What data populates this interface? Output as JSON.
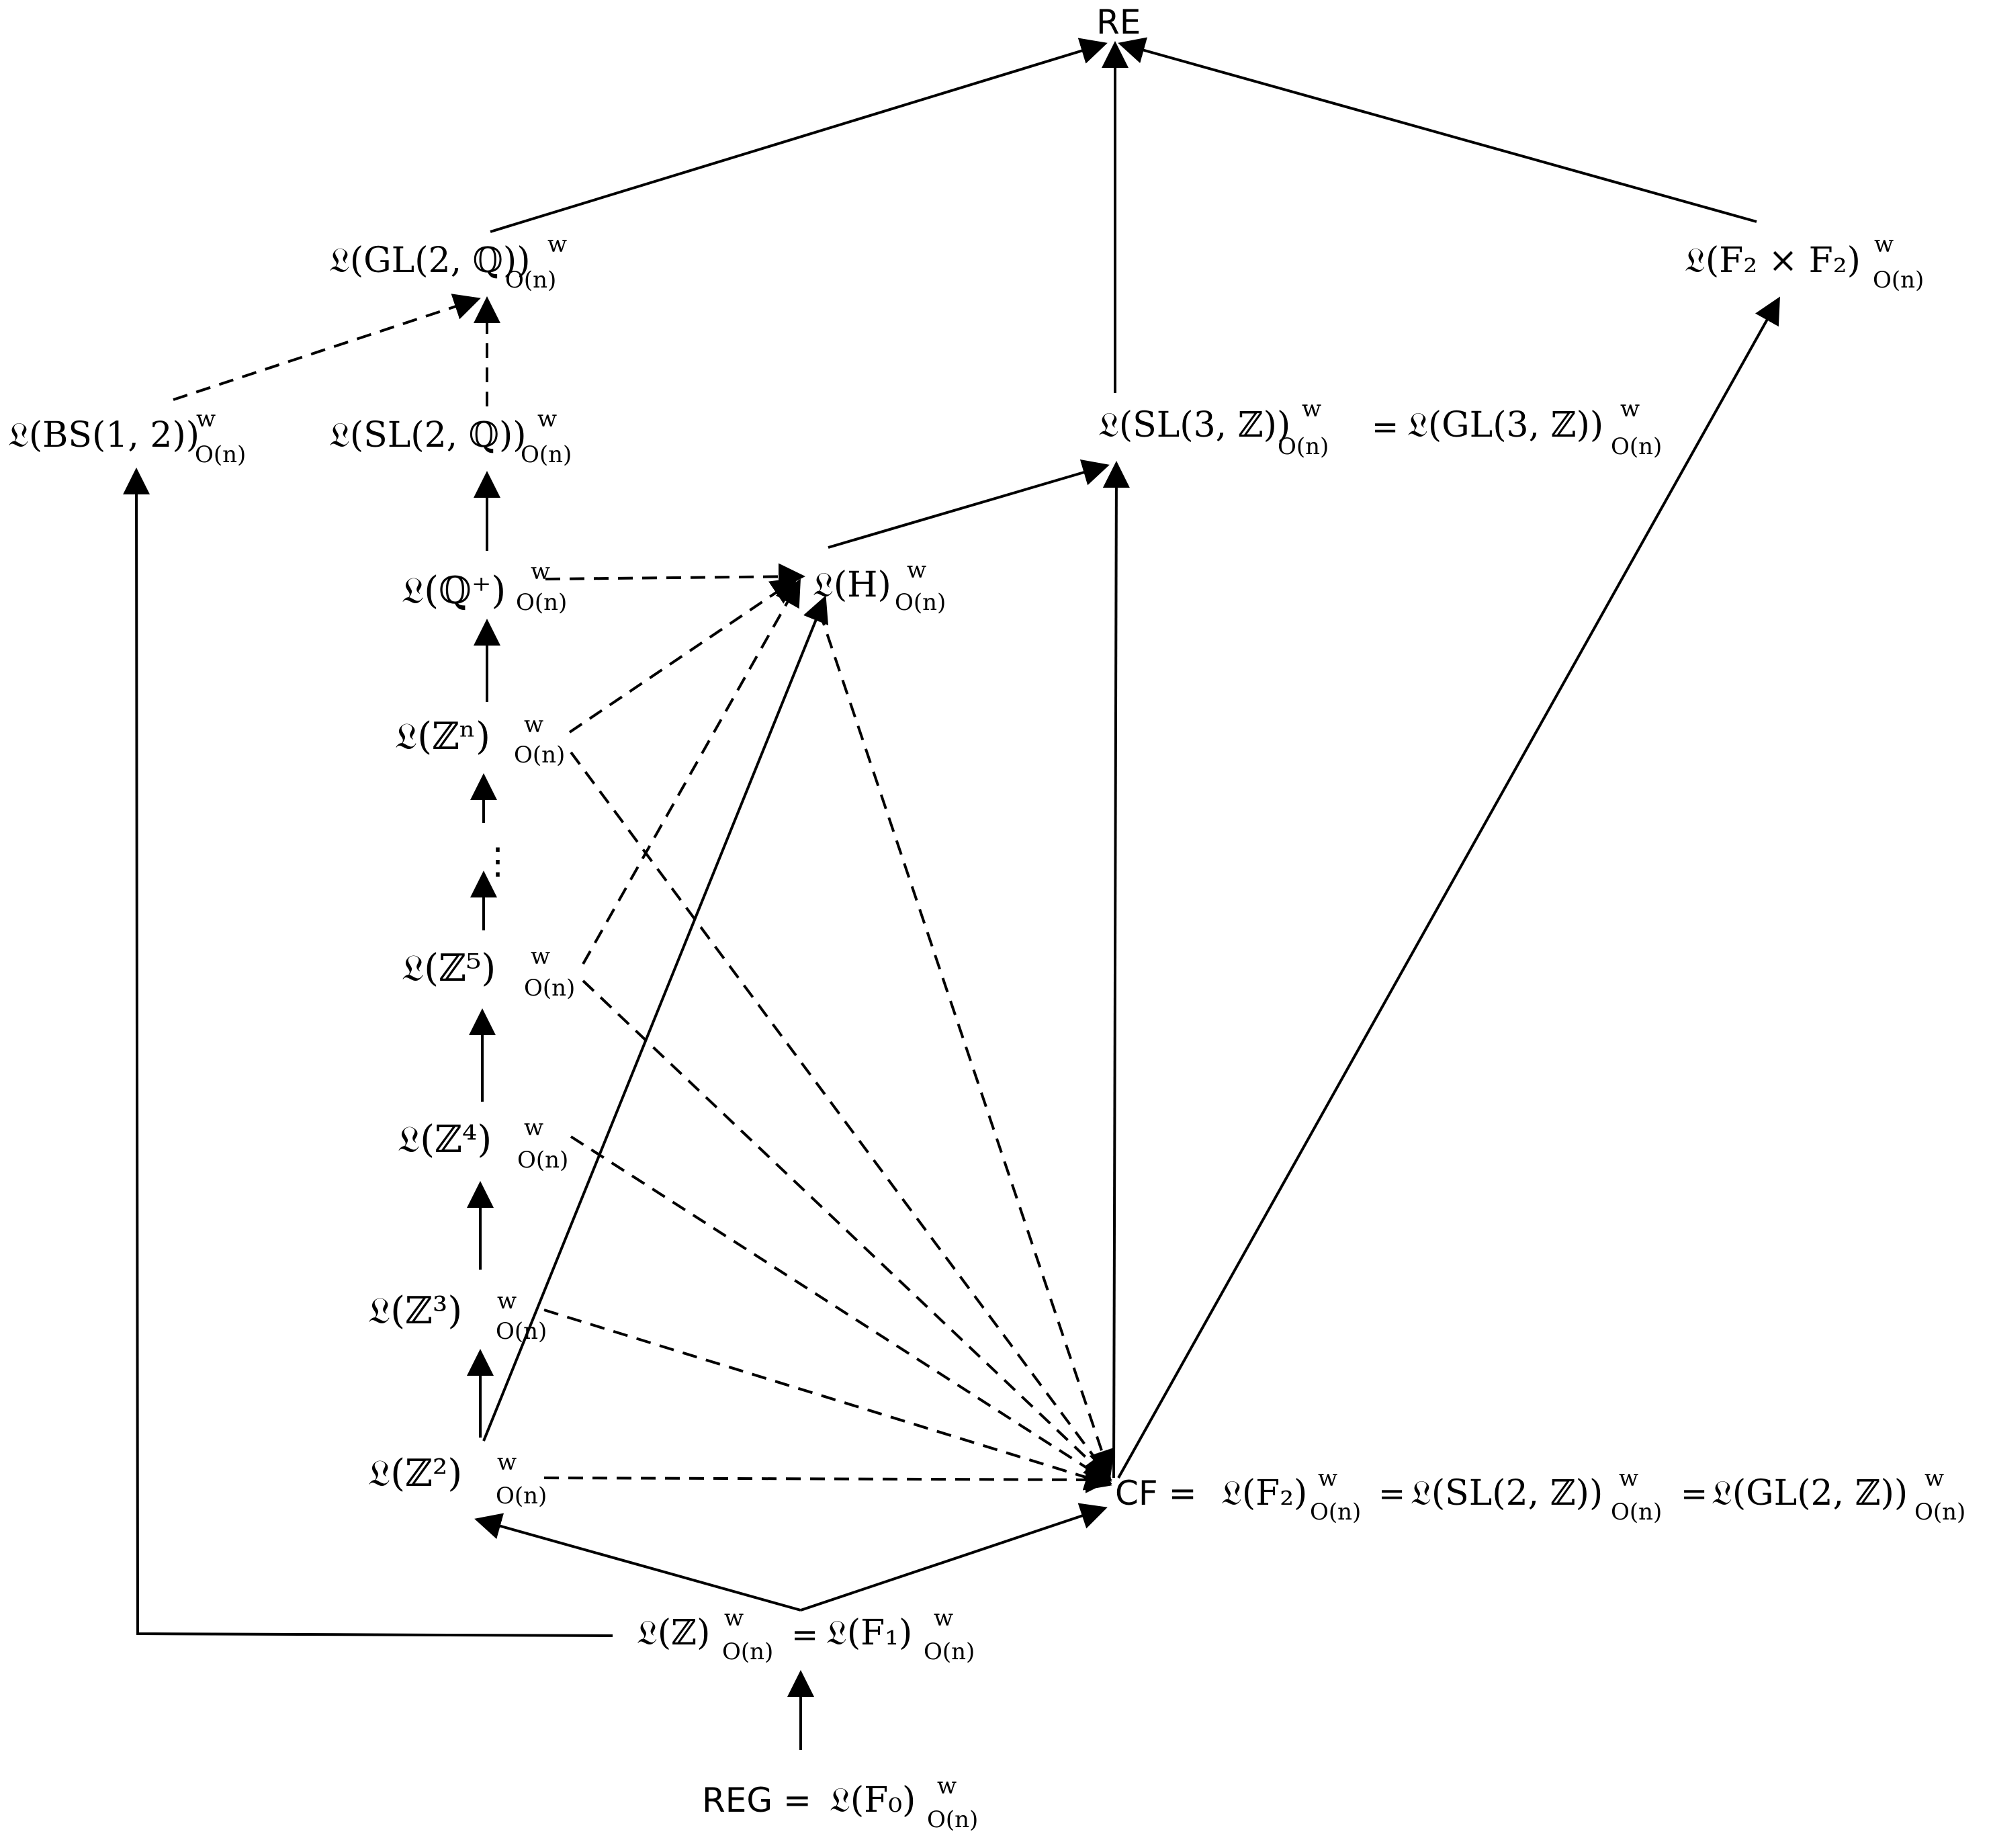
{
  "nodes": {
    "re": {
      "text": "RE"
    },
    "gl2q": {
      "main": "𝔏(GL(2, ℚ))",
      "sup": "w",
      "sub": "O(n)"
    },
    "f2xf2": {
      "main": "𝔏(F₂ × F₂)",
      "sup": "w",
      "sub": "O(n)"
    },
    "bs12": {
      "main": "𝔏(BS(1, 2))",
      "sup": "w",
      "sub": "O(n)"
    },
    "sl2q": {
      "main": "𝔏(SL(2, ℚ))",
      "sup": "w",
      "sub": "O(n)"
    },
    "sl3z_a": {
      "main": "𝔏(SL(3, ℤ))",
      "sup": "w",
      "sub": "O(n)"
    },
    "sl3z_eq": {
      "text": "="
    },
    "gl3z": {
      "main": "𝔏(GL(3, ℤ))",
      "sup": "w",
      "sub": "O(n)"
    },
    "qplus": {
      "main": "𝔏(ℚ⁺)",
      "sup": "w",
      "sub": "O(n)"
    },
    "heis": {
      "main": "𝔏(H)",
      "sup": "w",
      "sub": "O(n)"
    },
    "zn": {
      "main": "𝔏(ℤⁿ)",
      "sup": "w",
      "sub": "O(n)"
    },
    "dots": {
      "text": "⋮"
    },
    "z5": {
      "main": "𝔏(ℤ⁵)",
      "sup": "w",
      "sub": "O(n)"
    },
    "z4": {
      "main": "𝔏(ℤ⁴)",
      "sup": "w",
      "sub": "O(n)"
    },
    "z3": {
      "main": "𝔏(ℤ³)",
      "sup": "w",
      "sub": "O(n)"
    },
    "z2": {
      "main": "𝔏(ℤ²)",
      "sup": "w",
      "sub": "O(n)"
    },
    "cf": {
      "prefix": "CF =",
      "part1": "𝔏(F₂)",
      "sup1": "w",
      "sub1": "O(n)",
      "eq1": "=",
      "part2": "𝔏(SL(2, ℤ))",
      "sup2": "w",
      "sub2": "O(n)",
      "eq2": "=",
      "part3": "𝔏(GL(2, ℤ))",
      "sup3": "w",
      "sub3": "O(n)"
    },
    "z_f1": {
      "part1": "𝔏(ℤ)",
      "sup1": "w",
      "sub1": "O(n)",
      "eq": "=",
      "part2": "𝔏(F₁)",
      "sup2": "w",
      "sub2": "O(n)"
    },
    "reg": {
      "prefix": "REG =",
      "main": "𝔏(F₀)",
      "sup": "w",
      "sub": "O(n)"
    }
  },
  "edges": [
    {
      "from": "reg",
      "to": "z_f1",
      "style": "solid"
    },
    {
      "from": "z_f1",
      "to": "z2",
      "style": "solid"
    },
    {
      "from": "z_f1",
      "to": "cf",
      "style": "solid"
    },
    {
      "from": "z_f1",
      "to": "bs12",
      "style": "solid"
    },
    {
      "from": "z2",
      "to": "z3",
      "style": "solid"
    },
    {
      "from": "z3",
      "to": "z4",
      "style": "solid"
    },
    {
      "from": "z4",
      "to": "z5",
      "style": "solid"
    },
    {
      "from": "z5",
      "to": "dots",
      "style": "solid"
    },
    {
      "from": "dots",
      "to": "zn",
      "style": "solid"
    },
    {
      "from": "zn",
      "to": "qplus",
      "style": "solid"
    },
    {
      "from": "qplus",
      "to": "sl2q",
      "style": "solid"
    },
    {
      "from": "sl2q",
      "to": "gl2q",
      "style": "dashed"
    },
    {
      "from": "bs12",
      "to": "gl2q",
      "style": "dashed"
    },
    {
      "from": "gl2q",
      "to": "re",
      "style": "solid"
    },
    {
      "from": "sl3z",
      "to": "re",
      "style": "solid"
    },
    {
      "from": "f2xf2",
      "to": "re",
      "style": "solid"
    },
    {
      "from": "heis",
      "to": "sl3z",
      "style": "solid"
    },
    {
      "from": "cf",
      "to": "sl3z",
      "style": "solid"
    },
    {
      "from": "cf",
      "to": "f2xf2",
      "style": "solid"
    },
    {
      "from": "z2",
      "to": "heis",
      "style": "solid"
    },
    {
      "from": "qplus",
      "to": "heis",
      "style": "dashed"
    },
    {
      "from": "zn",
      "to": "heis",
      "style": "dashed"
    },
    {
      "from": "z5",
      "to": "heis",
      "style": "dashed"
    },
    {
      "from": "heis",
      "to": "cf",
      "style": "dashed"
    },
    {
      "from": "zn",
      "to": "cf",
      "style": "dashed"
    },
    {
      "from": "z5",
      "to": "cf",
      "style": "dashed"
    },
    {
      "from": "z4",
      "to": "cf",
      "style": "dashed"
    },
    {
      "from": "z3",
      "to": "cf",
      "style": "dashed"
    },
    {
      "from": "z2",
      "to": "cf",
      "style": "dashed"
    }
  ]
}
